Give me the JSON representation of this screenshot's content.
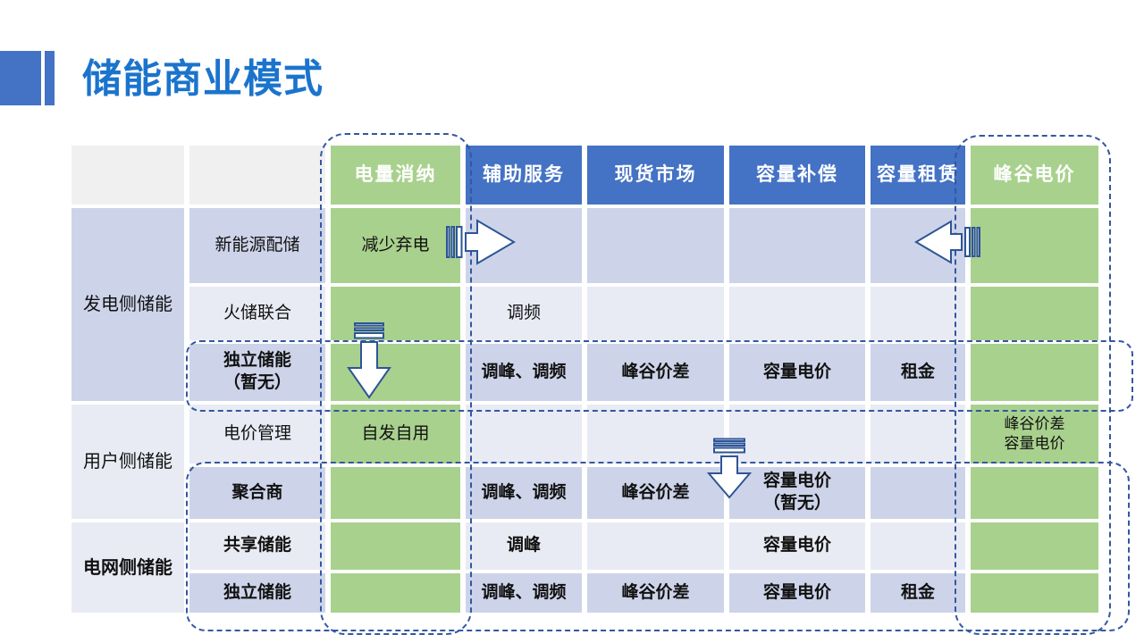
{
  "slide": {
    "title": "储能商业模式"
  },
  "colors": {
    "title-blue": "#1B74CC",
    "accent-blue": "#4472C4",
    "header-blue": "#4472C4",
    "header-gray": "#F0F0F1",
    "green": "#A9D18E",
    "band-dark": "#CDD4E9",
    "band-light": "#E9EBF4",
    "dash-blue": "#3457A0",
    "arrow-stroke": "#2E5597",
    "body-text": "#111111"
  },
  "table": {
    "header": [
      {
        "label": "",
        "style": "gray"
      },
      {
        "label": "",
        "style": "gray"
      },
      {
        "label": "电量消纳",
        "style": "green"
      },
      {
        "label": "辅助服务",
        "style": "blue"
      },
      {
        "label": "现货市场",
        "style": "blue"
      },
      {
        "label": "容量补偿",
        "style": "blue"
      },
      {
        "label": "容量租赁",
        "style": "blue"
      },
      {
        "label": "峰谷电价",
        "style": "green"
      }
    ],
    "groups": [
      {
        "label": "发电侧储能",
        "bold": false,
        "band": "dark",
        "rows": [
          {
            "name": "新能源配储",
            "bold": false,
            "band": "dark",
            "cells": [
              "减少弃电",
              "",
              "",
              "",
              "",
              ""
            ]
          },
          {
            "name": "火储联合",
            "bold": false,
            "band": "light",
            "cells": [
              "",
              "调频",
              "",
              "",
              "",
              ""
            ]
          },
          {
            "name": "独立储能\n（暂无）",
            "bold": true,
            "band": "dark",
            "cells": [
              "",
              "调峰、调频",
              "峰谷价差",
              "容量电价",
              "租金",
              ""
            ]
          }
        ]
      },
      {
        "label": "用户侧储能",
        "bold": false,
        "band": "light",
        "rows": [
          {
            "name": "电价管理",
            "bold": false,
            "band": "light",
            "cells": [
              "自发自用",
              "",
              "",
              "",
              "",
              "峰谷价差\n容量电价"
            ]
          },
          {
            "name": "聚合商",
            "bold": true,
            "band": "dark",
            "cells": [
              "",
              "调峰、调频",
              "峰谷价差",
              "容量电价\n（暂无）",
              "",
              ""
            ]
          }
        ]
      },
      {
        "label": "电网侧储能",
        "bold": true,
        "band": "light",
        "rows": [
          {
            "name": "共享储能",
            "bold": true,
            "band": "light",
            "cells": [
              "",
              "调峰",
              "",
              "容量电价",
              "",
              ""
            ]
          },
          {
            "name": "独立储能",
            "bold": true,
            "band": "dark",
            "cells": [
              "",
              "调峰、调频",
              "峰谷价差",
              "容量电价",
              "租金",
              ""
            ]
          }
        ]
      }
    ]
  },
  "annotations": {
    "highlight_boxes": [
      {
        "name": "dashed-box-column-consumption"
      },
      {
        "name": "dashed-box-column-peak-valley-price"
      },
      {
        "name": "dashed-box-row-independent-storage-generation"
      },
      {
        "name": "dashed-box-rows-grid-side"
      }
    ],
    "arrows": [
      {
        "name": "striped-arrow-right"
      },
      {
        "name": "striped-arrow-left"
      },
      {
        "name": "striped-arrow-down-1"
      },
      {
        "name": "striped-arrow-down-2"
      }
    ]
  }
}
